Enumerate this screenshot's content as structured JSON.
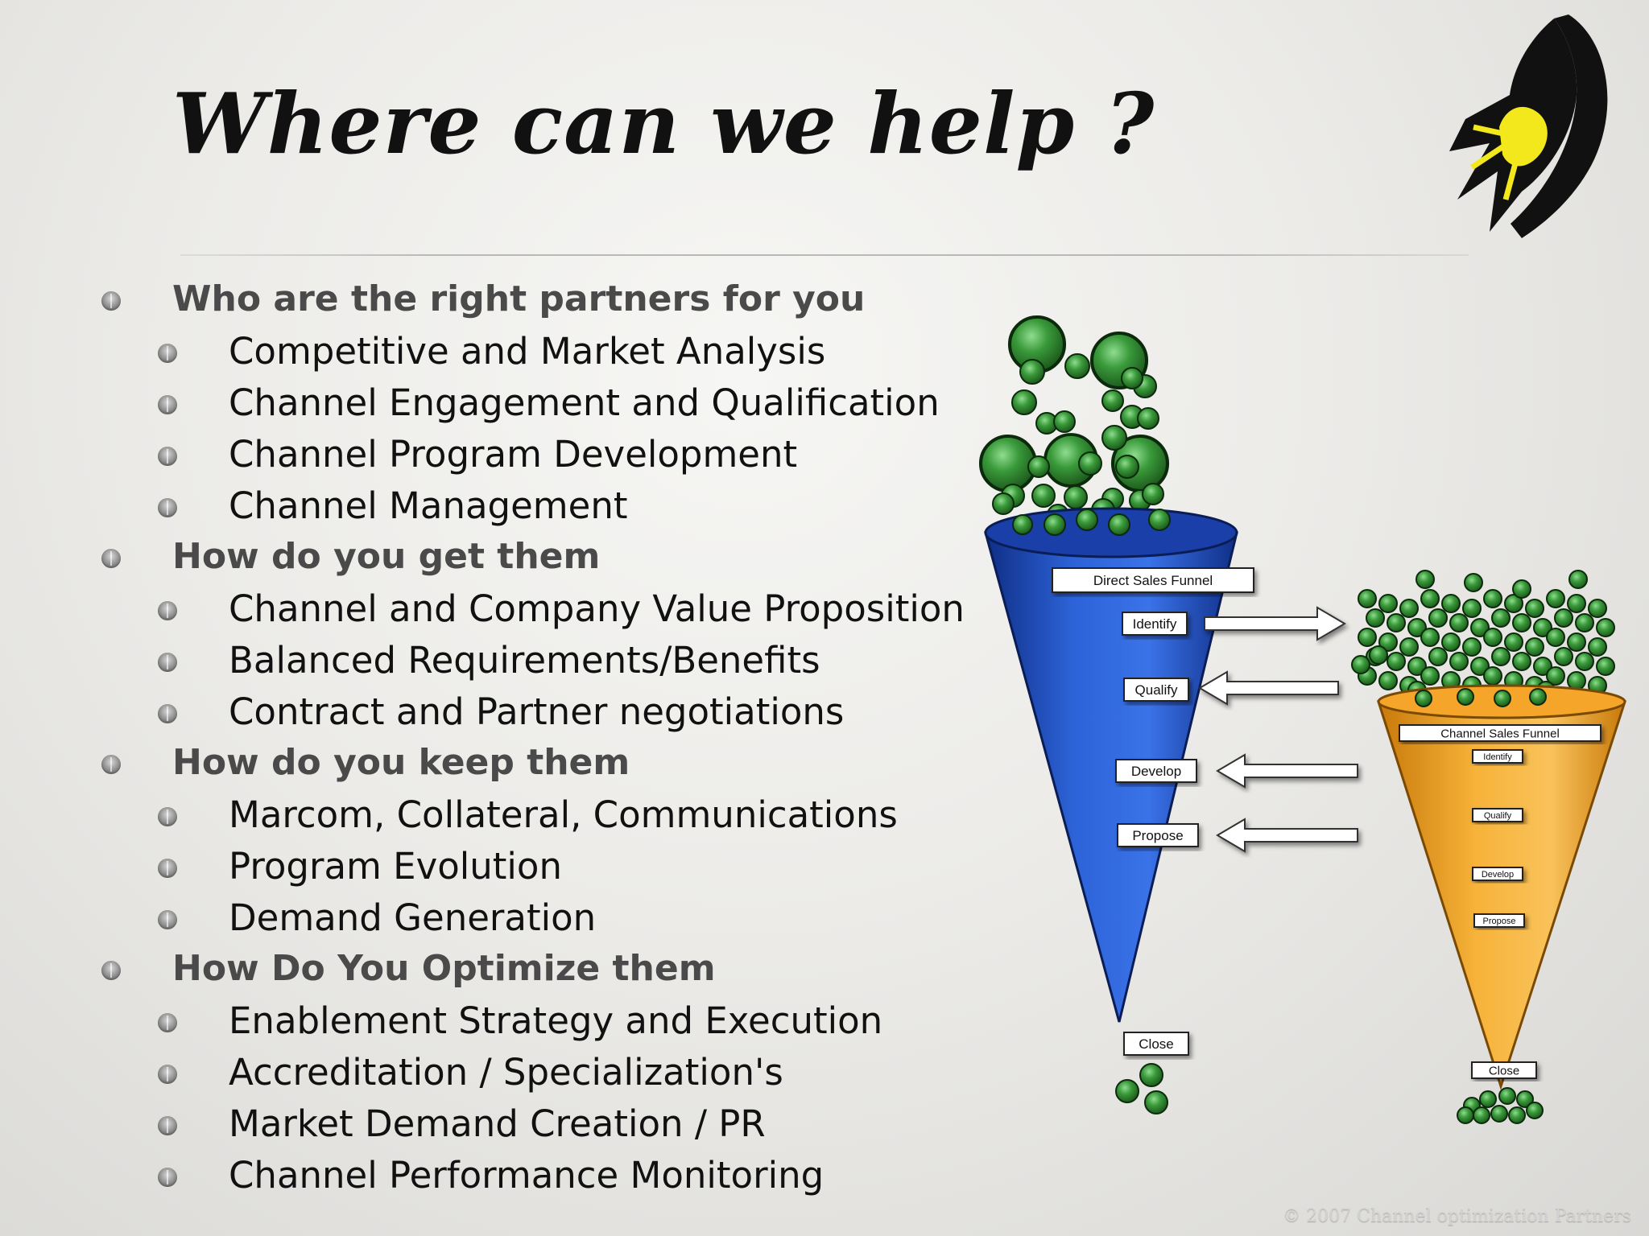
{
  "title": "Where can we help ?",
  "outline": [
    {
      "heading": "Who are the right partners for you",
      "items": [
        "Competitive and Market Analysis",
        "Channel Engagement and Qualification",
        "Channel Program Development",
        "Channel Management"
      ]
    },
    {
      "heading": "How do you get them",
      "items": [
        "Channel and Company Value Proposition",
        "Balanced Requirements/Benefits",
        "Contract and Partner negotiations"
      ]
    },
    {
      "heading": "How do you keep them",
      "items": [
        "Marcom, Collateral, Communications",
        "Program Evolution",
        "Demand Generation"
      ]
    },
    {
      "heading": "How Do You Optimize them",
      "items": [
        "Enablement Strategy and Execution",
        "Accreditation / Specialization's",
        "Market Demand Creation / PR",
        "Channel Performance Monitoring"
      ]
    }
  ],
  "direct_funnel": {
    "label": "Direct Sales Funnel",
    "stages": [
      "Identify",
      "Qualify",
      "Develop",
      "Propose",
      "Close"
    ],
    "color": "#1f4fc0"
  },
  "channel_funnel": {
    "label": "Channel Sales Funnel",
    "stages": [
      "Identify",
      "Qualify",
      "Develop",
      "Propose",
      "Close"
    ],
    "color": "#f5a623"
  },
  "lead_color": "#3a9a3a",
  "logo_colors": {
    "dark": "#111111",
    "accent": "#f2e81c"
  },
  "copyright": "© 2007 Channel optimization Partners"
}
